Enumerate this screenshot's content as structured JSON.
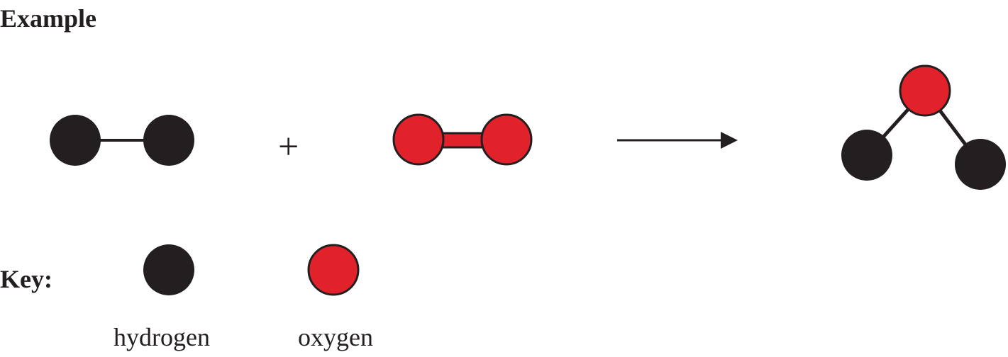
{
  "title": "Example",
  "equation": {
    "operator": "+"
  },
  "key": {
    "label": "Key:",
    "items": [
      {
        "name": "hydrogen",
        "color": "#231f20"
      },
      {
        "name": "oxygen",
        "color": "#e2222a"
      }
    ]
  },
  "colors": {
    "hydrogen": "#231f20",
    "oxygen": "#e2222a",
    "outline": "#231f20"
  }
}
